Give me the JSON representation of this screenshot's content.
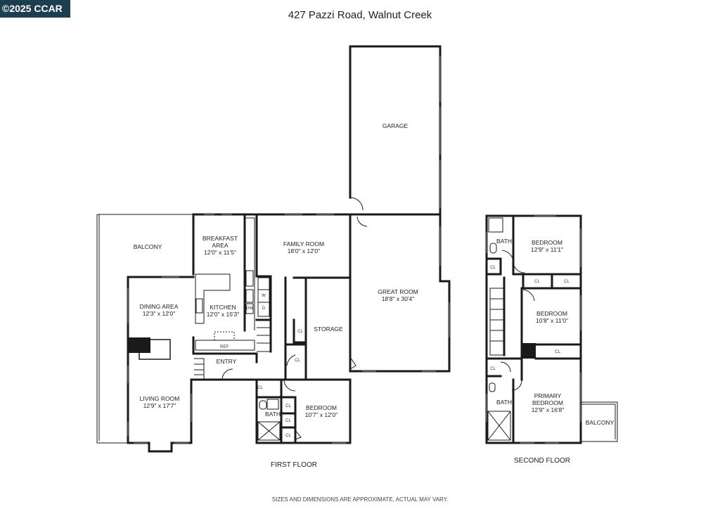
{
  "copyright": "©2025 CCAR",
  "title": "427 Pazzi Road, Walnut Creek",
  "floors": {
    "first": "FIRST FLOOR",
    "second": "SECOND FLOOR"
  },
  "rooms": {
    "garage": {
      "name": "GARAGE"
    },
    "balcony1": {
      "name": "BALCONY"
    },
    "breakfast": {
      "name1": "BREAKFAST",
      "name2": "AREA",
      "dim": "12'0\" x 11'5\""
    },
    "family": {
      "name": "FAMILY ROOM",
      "dim": "18'0\" x 12'0\""
    },
    "great": {
      "name": "GREAT ROOM",
      "dim": "18'8\" x 30'4\""
    },
    "dining": {
      "name": "DINING AREA",
      "dim": "12'3\" x 12'0\""
    },
    "kitchen": {
      "name": "KITCHEN",
      "dim": "12'0\" x 15'3\""
    },
    "storage": {
      "name": "STORAGE"
    },
    "entry": {
      "name": "ENTRY"
    },
    "living": {
      "name": "LIVING ROOM",
      "dim": "12'9\" x 17'7\""
    },
    "bedroom1": {
      "name": "BEDROOM",
      "dim": "10'7\" x 12'0\""
    },
    "bath1": {
      "name": "BATH"
    },
    "bath2": {
      "name": "BATH"
    },
    "bedroom2": {
      "name": "BEDROOM",
      "dim": "12'9\" x 11'1\""
    },
    "bedroom3": {
      "name": "BEDROOM",
      "dim": "10'8\" x 11'0\""
    },
    "primary": {
      "name1": "PRIMARY",
      "name2": "BEDROOM",
      "dim": "12'9\" x 16'8\""
    },
    "bath3": {
      "name": "BATH"
    },
    "balcony2": {
      "name": "BALCONY"
    }
  },
  "fixtures": {
    "cl": "CL",
    "ref": "REF",
    "dw": "DW",
    "w": "W",
    "d": "D"
  },
  "disclaimer": "SIZES AND DIMENSIONS ARE APPROXIMATE, ACTUAL MAY VARY."
}
